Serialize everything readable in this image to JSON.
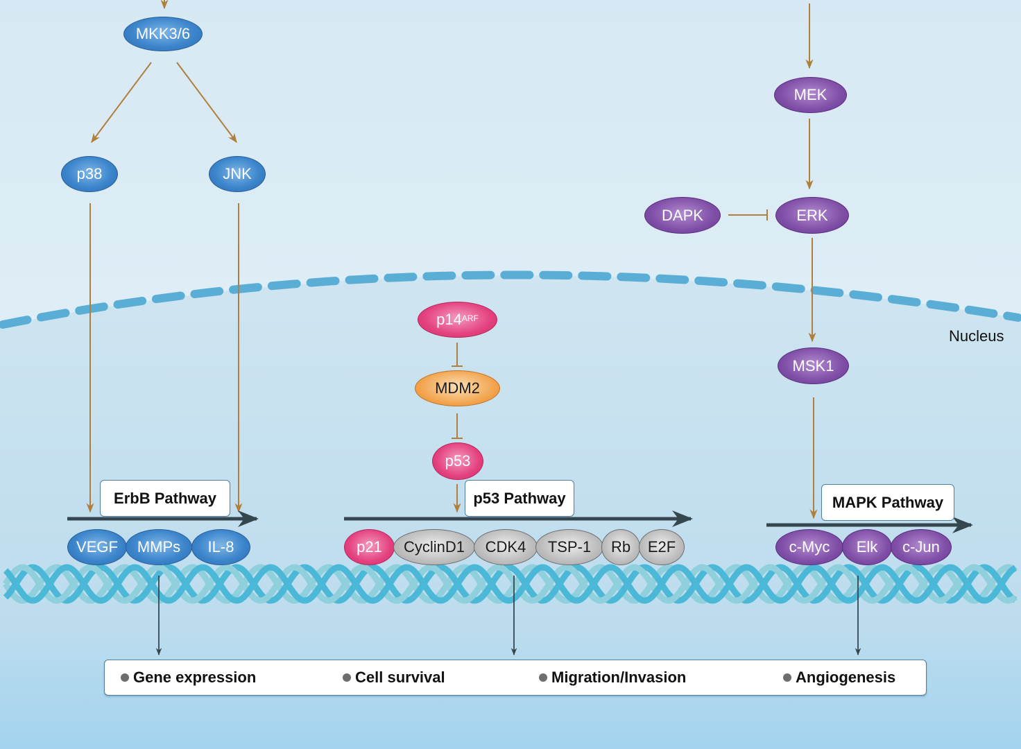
{
  "colors": {
    "arrow_activation": "#b07f3c",
    "arrow_transcription": "#35464f",
    "membrane": "#5aaed6",
    "dna_strand_dark": "#4cb8d8",
    "dna_strand_light": "#8fd0dc",
    "cytoplasm_bg": "#e3f0f7",
    "nucleus_bg": "#c5e1ef"
  },
  "compartments": {
    "nucleus_label": "Nucleus"
  },
  "nodes": {
    "mkk36": "MKK3/6",
    "p38": "p38",
    "jnk": "JNK",
    "mek": "MEK",
    "dapk": "DAPK",
    "erk": "ERK",
    "msk1": "MSK1",
    "p14_base": "p14",
    "p14_sup": "ARF",
    "mdm2": "MDM2",
    "p53": "p53"
  },
  "pathways": {
    "erbb": {
      "label": "ErbB Pathway",
      "genes": [
        "VEGF",
        "MMPs",
        "IL-8"
      ]
    },
    "p53": {
      "label": "p53 Pathway",
      "genes": [
        "p21",
        "CyclinD1",
        "CDK4",
        "TSP-1",
        "Rb",
        "E2F"
      ]
    },
    "mapk": {
      "label": "MAPK Pathway",
      "genes": [
        "c-Myc",
        "Elk",
        "c-Jun"
      ]
    }
  },
  "outcomes": [
    "Gene expression",
    "Cell survival",
    "Migration/Invasion",
    "Angiogenesis"
  ],
  "relations": [
    {
      "from": "MKK3/6",
      "to": "p38",
      "type": "activation"
    },
    {
      "from": "MKK3/6",
      "to": "JNK",
      "type": "activation"
    },
    {
      "from": "p38",
      "to": "ErbB Pathway",
      "type": "activation"
    },
    {
      "from": "JNK",
      "to": "ErbB Pathway",
      "type": "activation"
    },
    {
      "from": "MEK",
      "to": "ERK",
      "type": "activation"
    },
    {
      "from": "DAPK",
      "to": "ERK",
      "type": "inhibition"
    },
    {
      "from": "ERK",
      "to": "MSK1",
      "type": "activation"
    },
    {
      "from": "MSK1",
      "to": "MAPK Pathway",
      "type": "activation"
    },
    {
      "from": "p14ARF",
      "to": "MDM2",
      "type": "inhibition"
    },
    {
      "from": "MDM2",
      "to": "p53",
      "type": "inhibition"
    },
    {
      "from": "p53",
      "to": "p53 Pathway",
      "type": "activation"
    }
  ]
}
